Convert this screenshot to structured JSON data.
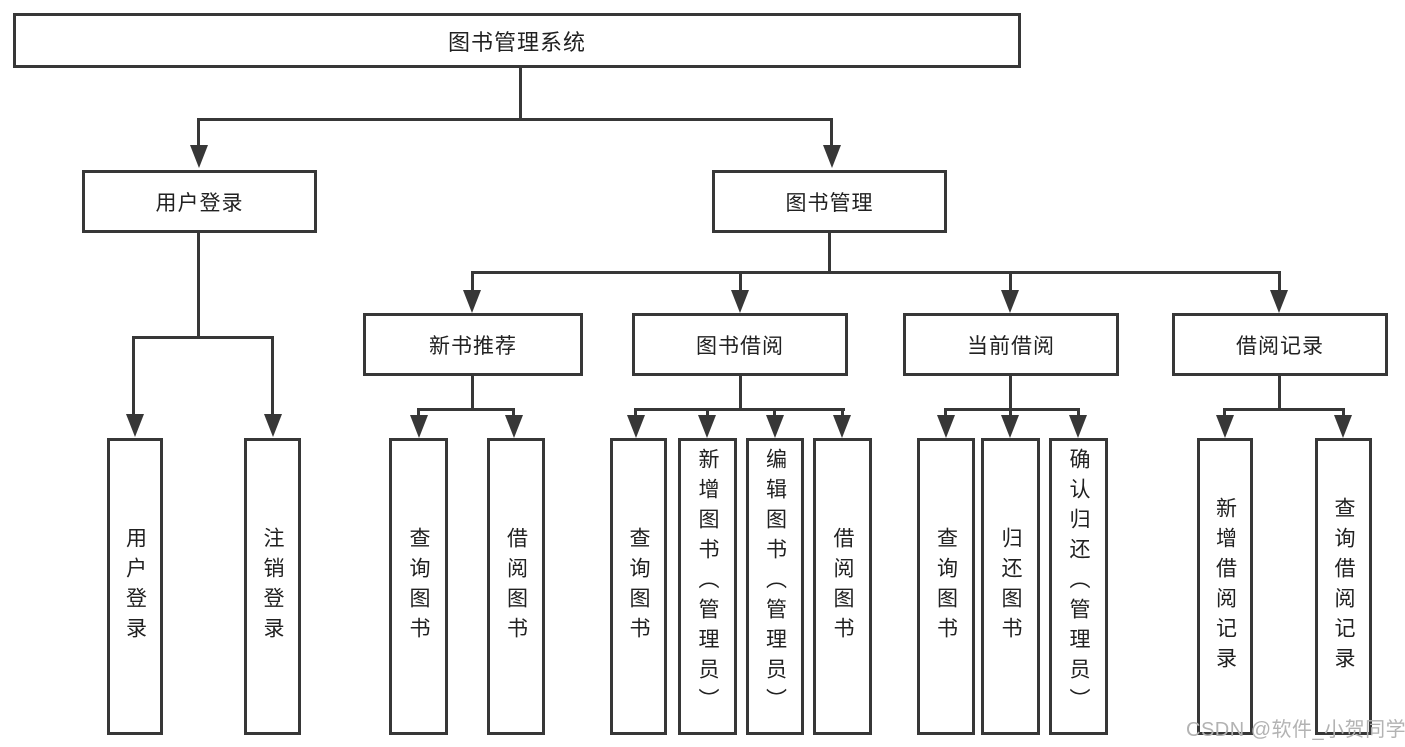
{
  "title": "图书管理系统",
  "colors": {
    "line": "#373737",
    "node_border": "#373737",
    "node_bg": "#ffffff",
    "node_text": "#212121",
    "watermark_text": "#b3b3b3",
    "background": "#ffffff"
  },
  "watermark": {
    "text": "CSDN @软件_小贺同学"
  },
  "diagram": {
    "root": {
      "label": "图书管理系统"
    },
    "branches": [
      {
        "label": "用户登录",
        "children": [
          {
            "label": "用户登录"
          },
          {
            "label": "注销登录"
          }
        ]
      },
      {
        "label": "图书管理",
        "children": [
          {
            "label": "新书推荐",
            "children": [
              {
                "label": "查询图书"
              },
              {
                "label": "借阅图书"
              }
            ]
          },
          {
            "label": "图书借阅",
            "children": [
              {
                "label": "查询图书"
              },
              {
                "label": "新增图书（管理员）"
              },
              {
                "label": "编辑图书（管理员）"
              },
              {
                "label": "借阅图书"
              }
            ]
          },
          {
            "label": "当前借阅",
            "children": [
              {
                "label": "查询图书"
              },
              {
                "label": "归还图书"
              },
              {
                "label": "确认归还（管理员）"
              }
            ]
          },
          {
            "label": "借阅记录",
            "children": [
              {
                "label": "新增借阅记录"
              },
              {
                "label": "查询借阅记录"
              }
            ]
          }
        ]
      }
    ]
  }
}
